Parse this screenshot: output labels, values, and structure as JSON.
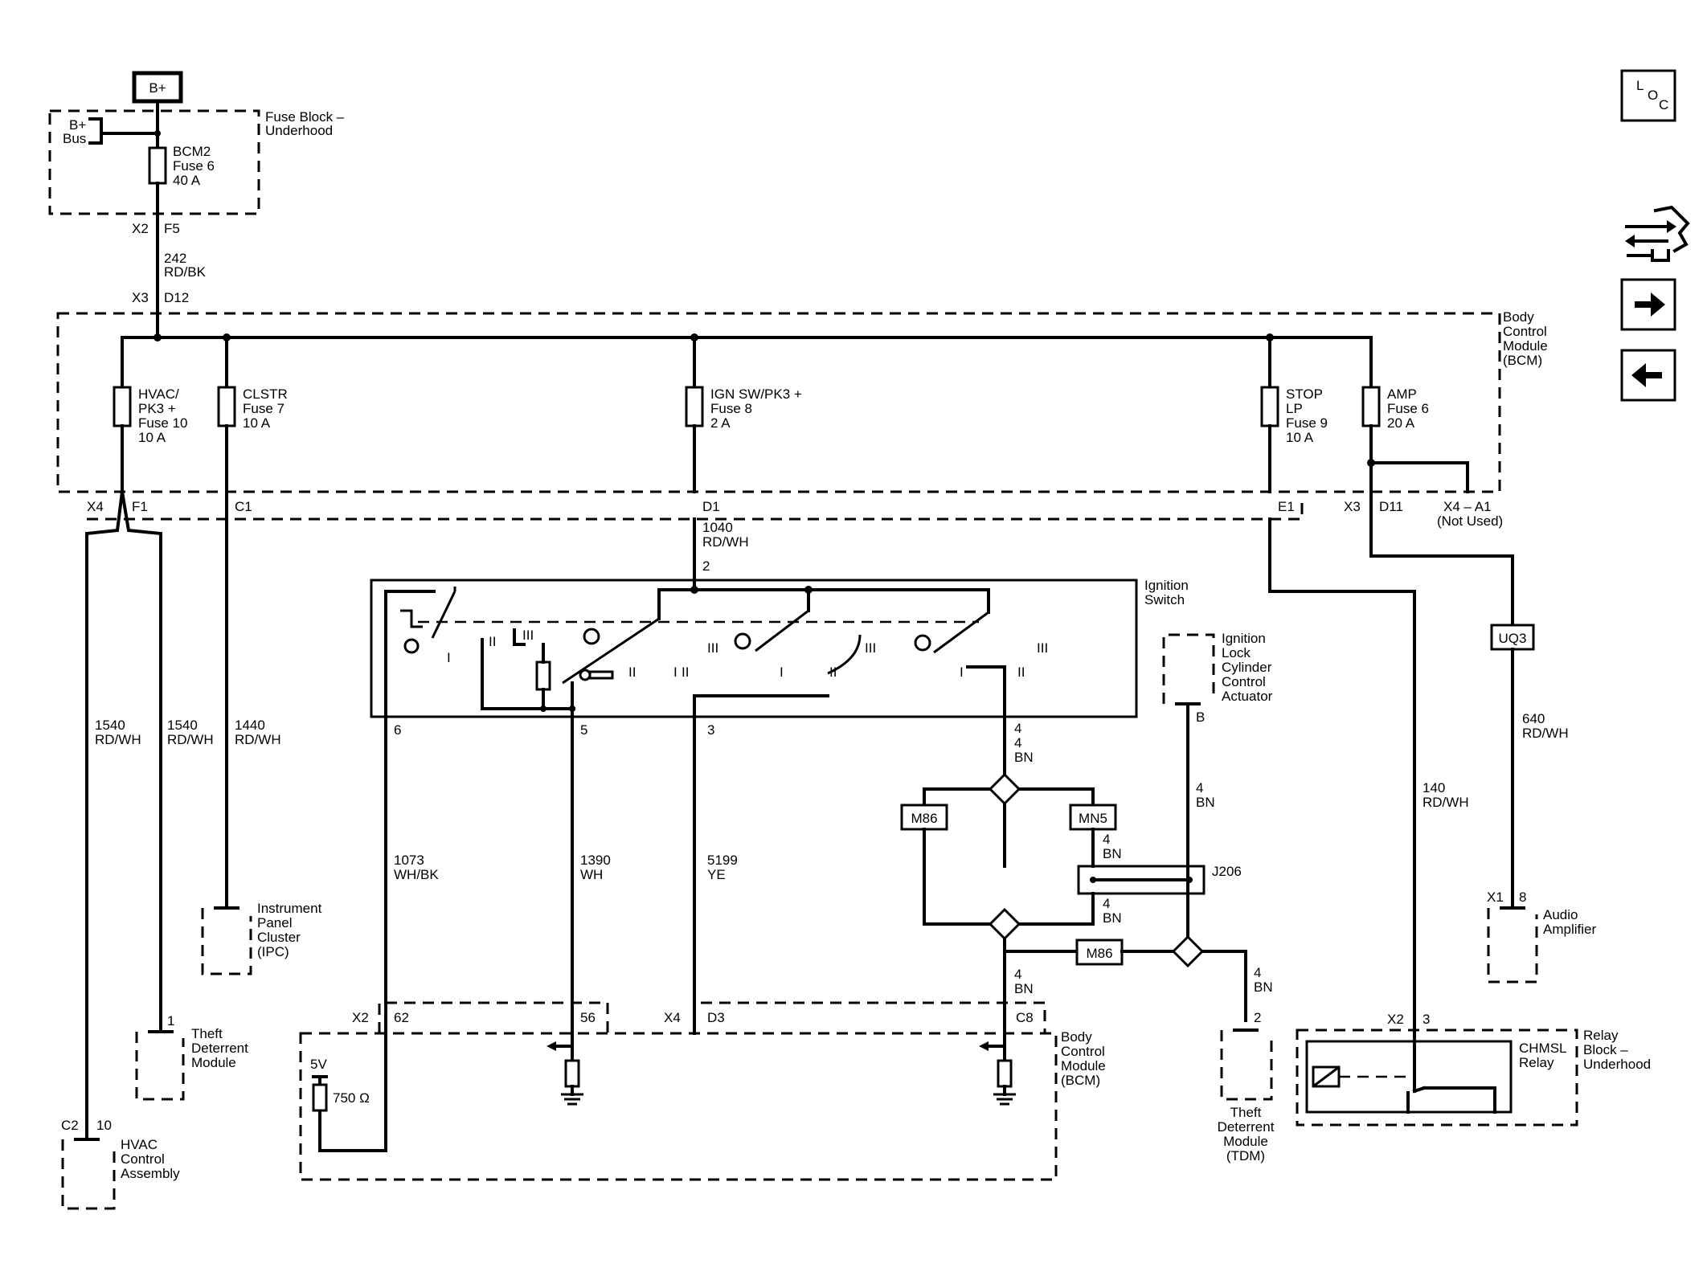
{
  "battery": {
    "label": "B+"
  },
  "fuse_block": {
    "bus": [
      "B+",
      "Bus"
    ],
    "title": [
      "Fuse Block –",
      "Underhood"
    ],
    "fuse": [
      "BCM2",
      "Fuse 6",
      "40 A"
    ]
  },
  "wire_242": {
    "from_conn": "X2",
    "from_pin": "F5",
    "circuit": "242",
    "color": "RD/BK",
    "to_conn": "X3",
    "to_pin": "D12"
  },
  "bcm_top": {
    "title": [
      "Body",
      "Control",
      "Module",
      "(BCM)"
    ],
    "fuses": [
      {
        "lines": [
          "HVAC/",
          "PK3 +",
          "Fuse 10",
          "10 A"
        ]
      },
      {
        "lines": [
          "CLSTR",
          "Fuse 7",
          "10 A"
        ]
      },
      {
        "lines": [
          "IGN SW/PK3 +",
          "Fuse 8",
          "2 A"
        ]
      },
      {
        "lines": [
          "STOP",
          "LP",
          "Fuse 9",
          "10 A"
        ]
      },
      {
        "lines": [
          "AMP",
          "Fuse 6",
          "20 A"
        ]
      }
    ],
    "pins": {
      "x4": "X4",
      "f1": "F1",
      "c1": "C1",
      "d1": "D1",
      "e1": "E1",
      "x3": "X3",
      "d11": "D11",
      "x4a1": "X4 – A1",
      "not_used": "(Not Used)"
    }
  },
  "wires": {
    "w1040": [
      "1040",
      "RD/WH"
    ],
    "pin2": "2",
    "w1540a": [
      "1540",
      "RD/WH"
    ],
    "w1540b": [
      "1540",
      "RD/WH"
    ],
    "w1440": [
      "1440",
      "RD/WH"
    ],
    "w1073": [
      "1073",
      "WH/BK"
    ],
    "w1390": [
      "1390",
      "WH"
    ],
    "w5199": [
      "5199",
      "YE"
    ],
    "w140": [
      "140",
      "RD/WH"
    ],
    "w640": [
      "640",
      "RD/WH"
    ],
    "bn_a": [
      "4",
      "4",
      "BN"
    ],
    "bn_b": [
      "4",
      "BN"
    ],
    "bn_c": [
      "4",
      "BN"
    ],
    "bn_d": [
      "4",
      "BN"
    ],
    "bn_e": [
      "4",
      "BN"
    ],
    "bn_f": [
      "4",
      "BN"
    ],
    "pin_6": "6",
    "pin_5": "5",
    "pin_3": "3"
  },
  "ignition_switch": {
    "title": [
      "Ignition",
      "Switch"
    ]
  },
  "splices": {
    "m86_left": "M86",
    "mn5": "MN5",
    "m86_bottom": "M86",
    "j206": "J206",
    "uq3": "UQ3"
  },
  "lock_actuator": {
    "title": [
      "Ignition",
      "Lock",
      "Cylinder",
      "Control",
      "Actuator"
    ],
    "pin": "B"
  },
  "ipc": {
    "title": [
      "Instrument",
      "Panel",
      "Cluster",
      "(IPC)"
    ]
  },
  "tdm_left": {
    "pin": "1",
    "title": [
      "Theft",
      "Deterrent",
      "Module"
    ]
  },
  "hvac": {
    "conn": "C2",
    "pin": "10",
    "title": [
      "HVAC",
      "Control",
      "Assembly"
    ]
  },
  "bcm_bottom": {
    "x2": "X2",
    "p62": "62",
    "p56": "56",
    "x4": "X4",
    "d3": "D3",
    "c8": "C8",
    "v5": "5V",
    "r750": "750 Ω",
    "title": [
      "Body",
      "Control",
      "Module",
      "(BCM)"
    ]
  },
  "tdm_right": {
    "pin": "2",
    "title": [
      "Theft",
      "Deterrent",
      "Module",
      "(TDM)"
    ]
  },
  "amp": {
    "conn": "X1",
    "pin": "8",
    "title": [
      "Audio",
      "Amplifier"
    ]
  },
  "relay": {
    "conn": "X2",
    "pin": "3",
    "chmsl": [
      "CHMSL",
      "Relay"
    ],
    "title": [
      "Relay",
      "Block –",
      "Underhood"
    ]
  },
  "nav": {
    "loc": [
      "L",
      "O",
      "C"
    ]
  }
}
